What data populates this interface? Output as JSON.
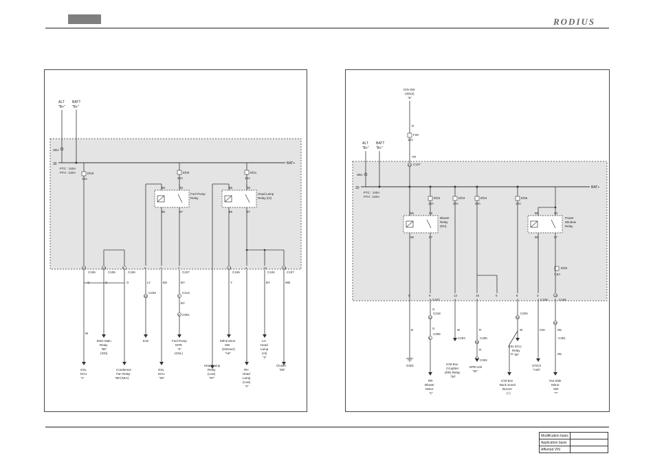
{
  "header": {
    "brand": "RODIUS"
  },
  "left": {
    "top_labels": {
      "alt": "ALT",
      "alt_sub": "\"B+\"",
      "batt": "BATT",
      "batt_sub": "\"B+\"",
      "sb1": "SB1",
      "n30": "30",
      "batplus": "BAT+"
    },
    "ptc": "PTC : 140A",
    "ffh": "FFH : 120A",
    "fuses": [
      {
        "id": "Ef19",
        "amp": "10A"
      },
      {
        "id": "Ef20",
        "amp": "20A"
      },
      {
        "id": "Ef21",
        "amp": "15A"
      }
    ],
    "relays": [
      {
        "name": "Fuel Pump",
        "name2": "Relay",
        "t86": "86",
        "t30": "30",
        "t85": "85",
        "t87": "87"
      },
      {
        "name": "Head Lamp",
        "name2": "Relay (Hi)",
        "t86": "86",
        "t30": "30",
        "t85": "85",
        "t87": "87"
      }
    ],
    "connectors": [
      {
        "pin": "21",
        "name": "C105"
      },
      {
        "pin": "16",
        "name": "C105"
      },
      {
        "pin": "6",
        "name": "C106"
      },
      {
        "pin": "6",
        "name": ""
      },
      {
        "pin": "1",
        "name": ""
      },
      {
        "pin": "7",
        "name": "C107"
      },
      {
        "pin": "13",
        "name": "C106"
      },
      {
        "pin": "4",
        "name": ""
      },
      {
        "pin": "12",
        "name": "C104"
      },
      {
        "pin": "15",
        "name": "C107"
      }
    ],
    "wires": [
      {
        "c": "G"
      },
      {
        "c": "G"
      },
      {
        "c": "G"
      },
      {
        "c": "LY"
      },
      {
        "c": "BG"
      },
      {
        "c": "BY"
      },
      {
        "c": "Y"
      },
      {
        "c": "BY"
      },
      {
        "c": "WB"
      },
      {
        "c": "W"
      },
      {
        "c": "BY"
      }
    ],
    "inline_connectors": [
      {
        "pin": "10",
        "name": "C229"
      },
      {
        "pin": "2",
        "name": "C213"
      },
      {
        "pin": "4",
        "name": "C901"
      }
    ],
    "ends": [
      {
        "l1": "GSL",
        "l2": "ECU",
        "l3": "\"1\""
      },
      {
        "l1": "ENG Main",
        "l2": "Relay",
        "l3": "\"86\"",
        "l4": "(XDi)"
      },
      {
        "l1": "Condensor",
        "l2": "Fan Relay",
        "l3": "\"85\"(SEA)"
      },
      {
        "l1": "E15"
      },
      {
        "l1": "GSL",
        "l2": "ECU",
        "l3": "\"30\""
      },
      {
        "l1": "Fuel Pump",
        "l2": "MTR",
        "l3": "\"3\"",
        "l4": "(GSL)"
      },
      {
        "l1": "Head Lamp",
        "l2": "Relay",
        "l3": "(Low)",
        "l4": "\"87\""
      },
      {
        "l1": "M/Function",
        "l2": "SW",
        "l3": "(Dimmer)",
        "l4": "\"A6\""
      },
      {
        "l1": "RH",
        "l2": "Head",
        "l3": "Lamp",
        "l4": "(Low)",
        "l5": "\"2\""
      },
      {
        "l1": "LH",
        "l2": "Head",
        "l3": "Lamp",
        "l4": "(Hi)",
        "l5": "\"2\""
      },
      {
        "l1": "Cluster",
        "l2": "\"D6\""
      }
    ]
  },
  "right": {
    "top_labels": {
      "ign": "IGN SW",
      "ign2": "(IGN2)",
      "ign3": "\"6\"",
      "alt": "ALT",
      "alt_sub": "\"B+\"",
      "batt": "BATT",
      "batt_sub": "\"B+\"",
      "sb1": "SB1",
      "n30": "30",
      "batplus": "BAT+",
      "r": "R",
      "f29": "F29",
      "f29a": "10A",
      "yr": "YR",
      "c107": "C107",
      "c107pin": "10"
    },
    "ptc": "PTC : 140A",
    "ffh": "FFH : 120A",
    "fuses": [
      {
        "id": "Ef22",
        "amp": "15A"
      },
      {
        "id": "Ef23",
        "amp": "20A"
      },
      {
        "id": "Ef24",
        "amp": "20A"
      },
      {
        "id": "Ef26",
        "amp": "10A"
      },
      {
        "id": "Ef25",
        "amp": "7.5A"
      }
    ],
    "relays": [
      {
        "name": "Blower",
        "name2": "Relay",
        "name3": "(RH)",
        "t86": "86",
        "t30": "30",
        "t85": "85",
        "t87": "87"
      },
      {
        "name": "Power",
        "name2": "Window",
        "name3": "Relay",
        "t86": "86",
        "t30": "30",
        "t85": "85",
        "t87": "87"
      }
    ],
    "connectors": [
      {
        "pin": "5",
        "name": ""
      },
      {
        "pin": "9",
        "name": "C107"
      },
      {
        "pin": "12",
        "name": ""
      },
      {
        "pin": "15",
        "name": ""
      },
      {
        "pin": "5",
        "name": ""
      },
      {
        "pin": "6",
        "name": ""
      },
      {
        "pin": "3",
        "name": "C109"
      },
      {
        "pin": "15",
        "name": "C106"
      }
    ],
    "wires": [
      {
        "c": "B"
      },
      {
        "c": "G"
      },
      {
        "c": "G"
      },
      {
        "c": "W"
      },
      {
        "c": "R"
      },
      {
        "c": "R"
      },
      {
        "c": "W"
      },
      {
        "c": "G"
      },
      {
        "c": "GSr"
      },
      {
        "c": "WL"
      },
      {
        "c": "WL"
      }
    ],
    "inline_connectors": [
      {
        "pin": "12",
        "name": "C218"
      },
      {
        "pin": "5",
        "name": "C305"
      },
      {
        "pin": "4",
        "name": "C203"
      },
      {
        "pin": "29",
        "name": "C205"
      },
      {
        "pin": "3",
        "name": "C304"
      },
      {
        "pin": "10",
        "name": "C204"
      },
      {
        "pin": "23",
        "name": ""
      },
      {
        "pin": "",
        "name": "C351"
      }
    ],
    "ends": [
      {
        "l1": "G301"
      },
      {
        "l1": "RR",
        "l2": "Blower",
        "l3": "Motor",
        "l4": "\"1\""
      },
      {
        "l1": "ICM Box",
        "l2": "C/Lighter",
        "l3": "(RR) Relay",
        "l4": "\"30\""
      },
      {
        "l1": "EPB Unit",
        "l2": "\"32\""
      },
      {
        "l1": "GSL ECU",
        "l2": "Relay",
        "l3": "\"30\""
      },
      {
        "l1": "ICM Box",
        "l2": "Back Sonal",
        "l3": "Buzzer",
        "l4": "(+)"
      },
      {
        "l1": "STICS",
        "l2": "\"A25\""
      },
      {
        "l1": "Out Side",
        "l2": "Mirror",
        "l3": "SW",
        "l4": "\"7\""
      }
    ]
  },
  "mod_table": {
    "rows": [
      "Modification basis",
      "Application basis",
      "Affected VIN"
    ]
  },
  "colors": {
    "box_fill": "#e4e4e4",
    "line": "#333333",
    "rule": "#888888"
  }
}
